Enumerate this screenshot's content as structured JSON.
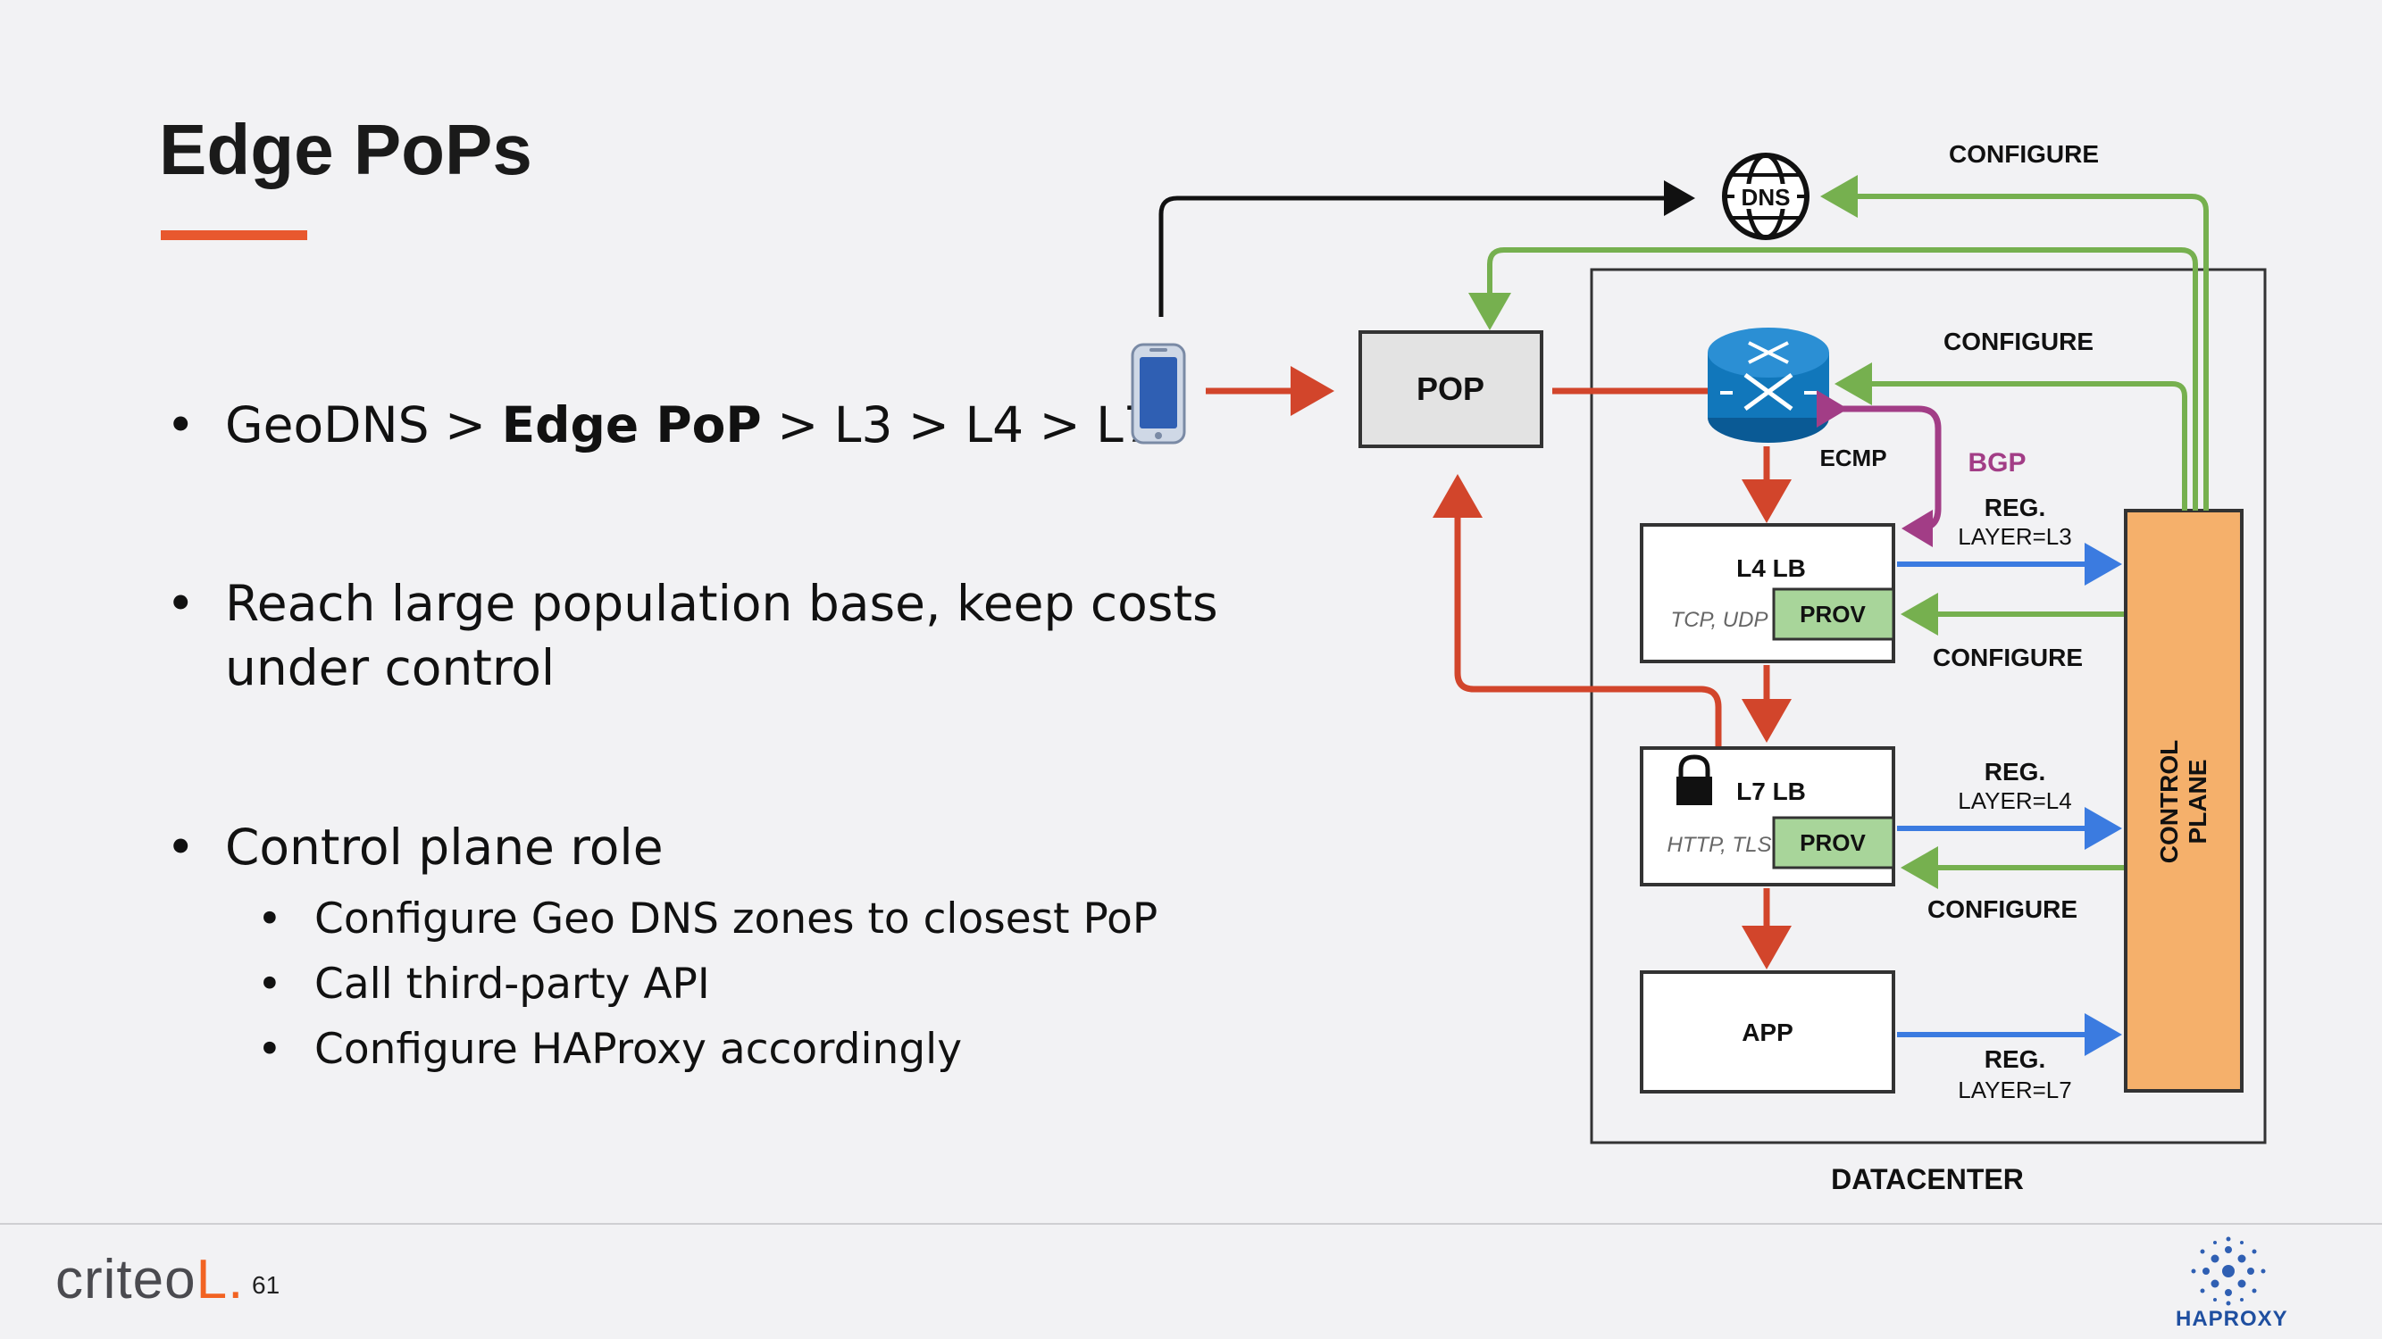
{
  "slide": {
    "title": "Edge PoPs",
    "page_number": "61"
  },
  "bullets": {
    "b1": {
      "pre": "GeoDNS > ",
      "bold": "Edge PoP",
      "post": " > L3 > L4 > L7"
    },
    "b2_line1": "Reach large population base, keep costs",
    "b2_line2": "under control",
    "b3": "Control plane role",
    "sub": [
      "Configure Geo DNS zones to closest PoP",
      "Call third-party API",
      "Configure HAProxy accordingly"
    ]
  },
  "diagram": {
    "dns_label": "DNS",
    "pop_label": "POP",
    "ecmp_label": "ECMP",
    "bgp_label": "BGP",
    "l4lb_title": "L4 LB",
    "l4lb_proto": "TCP, UDP",
    "l7lb_title": "L7 LB",
    "l7lb_proto": "HTTP, TLS",
    "prov_label": "PROV",
    "app_label": "APP",
    "control_plane_line1": "CONTROL",
    "control_plane_line2": "PLANE",
    "datacenter_label": "DATACENTER",
    "configure_dns": "CONFIGURE",
    "configure_router": "CONFIGURE",
    "configure_l4": "CONFIGURE",
    "configure_l7": "CONFIGURE",
    "reg_l3_line1": "REG.",
    "reg_l3_line2": "LAYER=L3",
    "reg_l4_line1": "REG.",
    "reg_l4_line2": "LAYER=L4",
    "reg_l7_line1": "REG.",
    "reg_l7_line2": "LAYER=L7"
  },
  "branding": {
    "criteo": "criteo",
    "haproxy": "HAPROXY"
  },
  "colors": {
    "accent": "#e8582e",
    "red_arrow": "#d2452b",
    "green_arrow": "#76b04f",
    "blue_arrow": "#3b7be0",
    "purple_arrow": "#a23d86",
    "control_plane": "#f5b06b",
    "prov": "#a8d59a",
    "router": "#1177bb"
  }
}
